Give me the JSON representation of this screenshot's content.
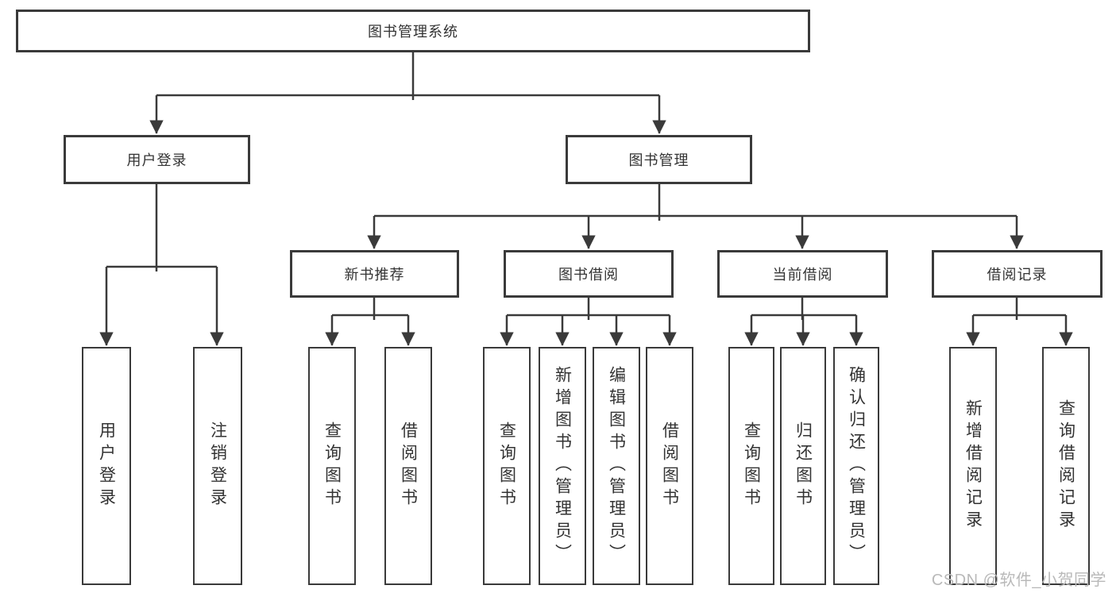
{
  "diagram": {
    "nodes": {
      "root": {
        "label": "图书管理系统"
      },
      "user_login": {
        "label": "用户登录"
      },
      "book_mgmt": {
        "label": "图书管理"
      },
      "ul_login": {
        "label": "用户登录"
      },
      "ul_logout": {
        "label": "注销登录"
      },
      "new_book_rec": {
        "label": "新书推荐"
      },
      "book_borrow": {
        "label": "图书借阅"
      },
      "current_borrow": {
        "label": "当前借阅"
      },
      "borrow_records": {
        "label": "借阅记录"
      },
      "nr_query": {
        "label": "查询图书"
      },
      "nr_borrow": {
        "label": "借阅图书"
      },
      "bb_query": {
        "label": "查询图书"
      },
      "bb_add": {
        "label": "新增图书（管理员）"
      },
      "bb_edit": {
        "label": "编辑图书（管理员）"
      },
      "bb_borrow": {
        "label": "借阅图书"
      },
      "cb_query": {
        "label": "查询图书"
      },
      "cb_return": {
        "label": "归还图书"
      },
      "cb_confirm": {
        "label": "确认归还（管理员）"
      },
      "br_add": {
        "label": "新增借阅记录"
      },
      "br_query": {
        "label": "查询借阅记录"
      }
    },
    "edges": [
      {
        "from": "root",
        "to": "user_login"
      },
      {
        "from": "root",
        "to": "book_mgmt"
      },
      {
        "from": "user_login",
        "to": "ul_login"
      },
      {
        "from": "user_login",
        "to": "ul_logout"
      },
      {
        "from": "book_mgmt",
        "to": "new_book_rec"
      },
      {
        "from": "book_mgmt",
        "to": "book_borrow"
      },
      {
        "from": "book_mgmt",
        "to": "current_borrow"
      },
      {
        "from": "book_mgmt",
        "to": "borrow_records"
      },
      {
        "from": "new_book_rec",
        "to": "nr_query"
      },
      {
        "from": "new_book_rec",
        "to": "nr_borrow"
      },
      {
        "from": "book_borrow",
        "to": "bb_query"
      },
      {
        "from": "book_borrow",
        "to": "bb_add"
      },
      {
        "from": "book_borrow",
        "to": "bb_edit"
      },
      {
        "from": "book_borrow",
        "to": "bb_borrow"
      },
      {
        "from": "current_borrow",
        "to": "cb_query"
      },
      {
        "from": "current_borrow",
        "to": "cb_return"
      },
      {
        "from": "current_borrow",
        "to": "cb_confirm"
      },
      {
        "from": "borrow_records",
        "to": "br_add"
      },
      {
        "from": "borrow_records",
        "to": "br_query"
      }
    ],
    "colors": {
      "line": "#3a3a3a",
      "border": "#3a3a3a",
      "text": "#333333",
      "background": "#ffffff",
      "watermark": "#b9b9b9"
    }
  },
  "watermark": {
    "text": "CSDN @软件_小贺同学"
  }
}
